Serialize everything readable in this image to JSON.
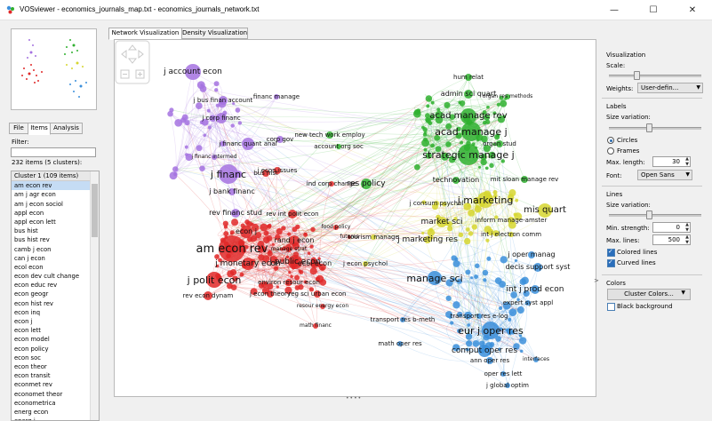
{
  "window": {
    "title": "VOSviewer - economics_journals_map.txt - economics_journals_network.txt",
    "minimize": "—",
    "maximize": "☐",
    "close": "✕"
  },
  "left_panel": {
    "tabs": [
      "File",
      "Items",
      "Analysis"
    ],
    "active_tab": "Items",
    "filter_label": "Filter:",
    "filter_value": "",
    "count": "232 items (5 clusters):",
    "cluster_header": "Cluster 1 (109 items)",
    "items": [
      "am econ rev",
      "am j agr econ",
      "am j econ sociol",
      "appl econ",
      "appl econ lett",
      "bus hist",
      "bus hist rev",
      "camb j econ",
      "can j econ",
      "ecol econ",
      "econ dev cult change",
      "econ educ rev",
      "econ geogr",
      "econ hist rev",
      "econ inq",
      "econ j",
      "econ lett",
      "econ model",
      "econ policy",
      "econ soc",
      "econ theor",
      "econ transit",
      "econmet rev",
      "economet theor",
      "econometrica",
      "energ econ",
      "energ j"
    ],
    "selected_item": "am econ rev"
  },
  "canvas_tabs": [
    "Network Visualization",
    "Density Visualization"
  ],
  "active_canvas_tab": "Network Visualization",
  "colors": {
    "cluster_red": "#e02828",
    "cluster_green": "#2fb02f",
    "cluster_blue": "#3b8fdb",
    "cluster_yellow": "#d6d630",
    "cluster_purple": "#a572e0"
  },
  "labels": {
    "purple": [
      "j account econ",
      "j bus finan account",
      "financ manage",
      "j corp financ",
      "j financ quant anal",
      "corp gov",
      "j financ intermed",
      "j financ",
      "j bank financ",
      "rev financ stud"
    ],
    "red": [
      "bus hist",
      "j econ issues",
      "rev int polit econ",
      "am econ rev",
      "econ j",
      "rand j econ",
      "j monetary econ",
      "j public econ",
      "ecol econ",
      "j polit econ",
      "environ resour econ",
      "j econ theory",
      "reg sci urban econ",
      "rev econ dynam",
      "manage strat",
      "resour energy econ",
      "math financ",
      "food policy",
      "futures",
      "ind corp change"
    ],
    "green": [
      "hum relat",
      "admin sci quart",
      "organ res methods",
      "acad manage rev",
      "acad manage j",
      "organ stud",
      "strategic manage j",
      "new tech work employ",
      "account org soc",
      "res policy",
      "technovation",
      "mit sloan manage rev"
    ],
    "yellow": [
      "j marketing",
      "mis quart",
      "inform manage-amster",
      "market sci",
      "j consum psychol",
      "j marketing res",
      "tourism manage",
      "j econ psychol",
      "int j electron comm"
    ],
    "blue": [
      "j oper manag",
      "decis support syst",
      "int j prod econ",
      "expert syst appl",
      "manage sci",
      "transport res e-log",
      "transport res b-meth",
      "eur j oper res",
      "comput oper res",
      "ann oper res",
      "math oper res",
      "interfaces",
      "oper res lett",
      "j global optim"
    ]
  },
  "right_panel": {
    "visualization_title": "Visualization",
    "scale_label": "Scale:",
    "weights_label": "Weights:",
    "weights_value": "User-defin...",
    "labels_title": "Labels",
    "size_variation_label": "Size variation:",
    "circles_label": "Circles",
    "frames_label": "Frames",
    "max_length_label": "Max. length:",
    "max_length_value": "30",
    "font_label": "Font:",
    "font_value": "Open Sans",
    "lines_title": "Lines",
    "lines_size_variation_label": "Size variation:",
    "min_strength_label": "Min. strength:",
    "min_strength_value": "0",
    "max_lines_label": "Max. lines:",
    "max_lines_value": "500",
    "colored_lines_label": "Colored lines",
    "curved_lines_label": "Curved lines",
    "colors_title": "Colors",
    "cluster_colors_button": "Cluster Colors...",
    "black_background_label": "Black background"
  }
}
